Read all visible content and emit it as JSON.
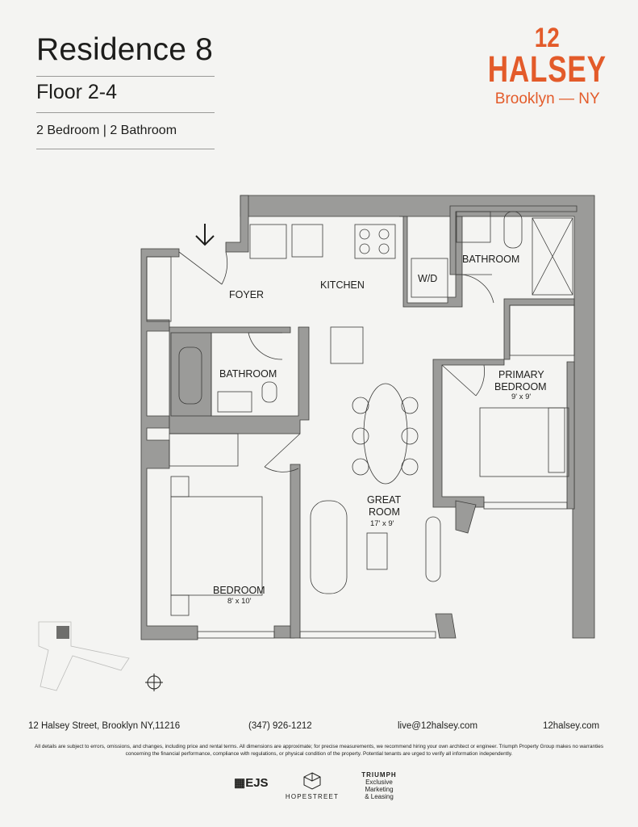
{
  "header": {
    "title": "Residence 8",
    "floor": "Floor 2-4",
    "beds_baths": "2 Bedroom | 2 Bathroom"
  },
  "brand": {
    "number": "12",
    "name": "HALSEY",
    "location": "Brooklyn — NY",
    "color": "#e35b2a"
  },
  "plan": {
    "rooms": {
      "foyer": "FOYER",
      "kitchen": "KITCHEN",
      "wd": "W/D",
      "bath_primary": "BATHROOM",
      "bath_hall": "BATHROOM",
      "primary_bedroom_1": "PRIMARY",
      "primary_bedroom_2": "BEDROOM",
      "primary_bedroom_dim": "9' x 9'",
      "great_room_1": "GREAT",
      "great_room_2": "ROOM",
      "great_room_dim": "17' x 9'",
      "bedroom": "BEDROOM",
      "bedroom_dim": "8' x 10'"
    },
    "wall_color": "#9b9b99"
  },
  "footer": {
    "address": "12 Halsey Street, Brooklyn NY,11216",
    "phone": "(347) 926-1212",
    "email": "live@12halsey.com",
    "website": "12halsey.com",
    "disclaimer": "All details are subject to errors, omissions, and changes, including price and rental terms. All dimensions are approximate; for precise measurements, we recommend hiring your own architect or engineer. Triumph Property Group makes no warranties concerning the financial performance, compliance with regulations, or physical condition of the property. Potential tenants are urged to verify all information independently."
  },
  "logos": {
    "ejs": "EJS",
    "hopestreet": "HOPESTREET",
    "triumph": "TRIUMPH",
    "triumph_sub1": "Exclusive Marketing",
    "triumph_sub2": "& Leasing"
  }
}
